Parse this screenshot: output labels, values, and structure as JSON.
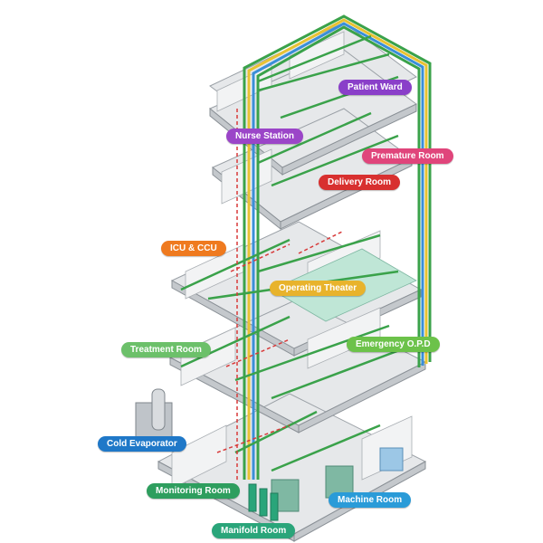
{
  "labels": {
    "patient_ward": "Patient Ward",
    "nurse_station": "Nurse Station",
    "premature_room": "Premature Room",
    "delivery_room": "Delivery Room",
    "icu_ccu": "ICU & CCU",
    "operating_theater": "Operating Theater",
    "emergency_opd": "Emergency O.P.D",
    "treatment_room": "Treatment Room",
    "cold_evaporator": "Cold Evaporator",
    "monitoring_room": "Monitoring Room",
    "machine_room": "Machine Room",
    "manifold_room": "Manifold Room"
  },
  "colors": {
    "patient_ward": "#8a3fc9",
    "nurse_station": "#9b45c8",
    "premature_room": "#e0457b",
    "delivery_room": "#d8302f",
    "icu_ccu": "#ef7a1f",
    "operating_theater": "#e8b32c",
    "emergency_opd": "#6cc24a",
    "treatment_room": "#6cc06a",
    "cold_evaporator": "#1f78c8",
    "monitoring_room": "#2e9e5e",
    "machine_room": "#2a9bd8",
    "manifold_room": "#2aa57a",
    "pipe_green": "#3aa24a",
    "pipe_yellow": "#e8c232",
    "pipe_blue": "#3a8fd8",
    "pipe_red": "#d83a3a",
    "floor": "#c9cdd1",
    "wall": "#e8eaec"
  }
}
